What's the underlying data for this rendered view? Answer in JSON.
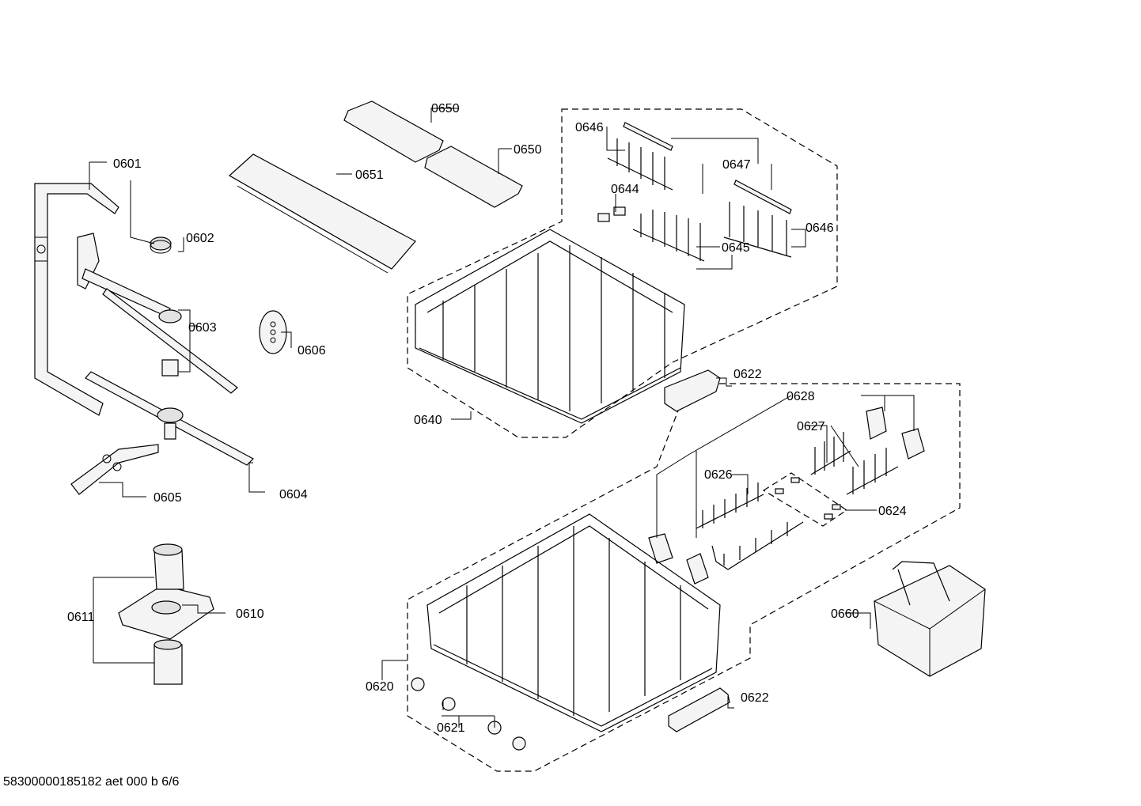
{
  "footer": {
    "document_id": "58300000185182 aet 000 b 6/6"
  },
  "labels": {
    "p0601": "0601",
    "p0602": "0602",
    "p0603": "0603",
    "p0604": "0604",
    "p0605": "0605",
    "p0606": "0606",
    "p0610": "0610",
    "p0611": "0611",
    "p0620": "0620",
    "p0621": "0621",
    "p0622a": "0622",
    "p0622b": "0622",
    "p0624": "0624",
    "p0626": "0626",
    "p0627": "0627",
    "p0628": "0628",
    "p0640": "0640",
    "p0644": "0644",
    "p0645": "0645",
    "p0646a": "0646",
    "p0646b": "0646",
    "p0647": "0647",
    "p0650a": "0650",
    "p0650b": "0650",
    "p0651": "0651",
    "p0660": "0660"
  }
}
